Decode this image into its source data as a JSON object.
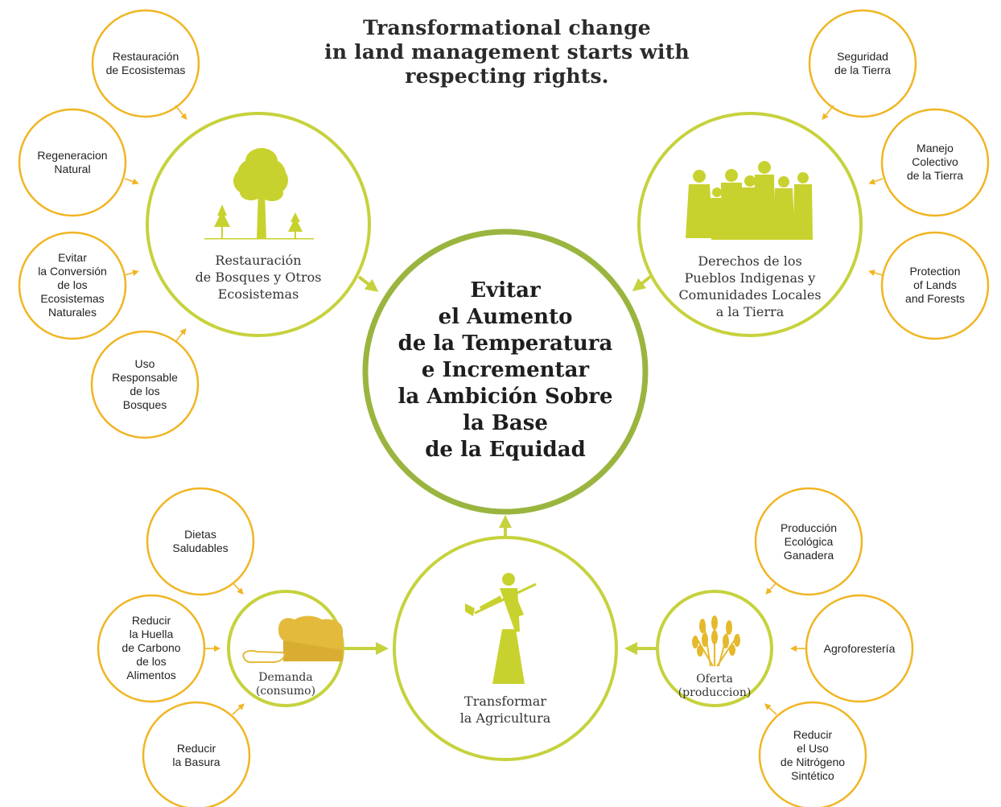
{
  "title": [
    "Transformational change",
    "in land management starts with",
    "respecting rights."
  ],
  "colors": {
    "satellite": "#f0b522",
    "hub": "#c6d23d",
    "center": "#9ab53f",
    "icon": "#c8d22e",
    "bread": "#e3ba3c",
    "wheat": "#e6b92c"
  },
  "center": {
    "lines": [
      "Evitar",
      "el Aumento",
      "de la Temperatura",
      "e Incrementar",
      "la Ambición Sobre",
      "la Base",
      "de la Equidad"
    ]
  },
  "hubs": {
    "forest": {
      "icon": "tree-icon",
      "lines": [
        "Restauración",
        "de Bosques y Otros",
        "Ecosistemas"
      ]
    },
    "rights": {
      "icon": "people-icon",
      "lines": [
        "Derechos de los",
        "Pueblos Indigenas y",
        "Comunidades Locales",
        "a la Tierra"
      ]
    },
    "agriculture": {
      "icon": "farmer-icon",
      "lines": [
        "Transformar",
        "la Agricultura"
      ]
    },
    "demand": {
      "icon": "bread-icon",
      "lines": [
        "Demanda",
        "(consumo)"
      ]
    },
    "supply": {
      "icon": "wheat-icon",
      "lines": [
        "Oferta",
        "(produccion)"
      ]
    }
  },
  "satellites": {
    "restauracion_ecosistemas": [
      "Restauración",
      "de Ecosistemas"
    ],
    "regeneracion": [
      "Regeneracion",
      "Natural"
    ],
    "evitar_conversion": [
      "Evitar",
      "la Conversión",
      "de los",
      "Ecosistemas",
      "Naturales"
    ],
    "uso_responsable": [
      "Uso",
      "Responsable",
      "de los",
      "Bosques"
    ],
    "seguridad": [
      "Seguridad",
      "de la Tierra"
    ],
    "manejo": [
      "Manejo",
      "Colectivo",
      "de la Tierra"
    ],
    "protection": [
      "Protection",
      "of Lands",
      "and Forests"
    ],
    "dietas": [
      "Dietas",
      "Saludables"
    ],
    "huella": [
      "Reducir",
      "la Huella",
      "de Carbono",
      "de los",
      "Alimentos"
    ],
    "basura": [
      "Reducir",
      "la Basura"
    ],
    "ganadera": [
      "Producción",
      "Ecológica",
      "Ganadera"
    ],
    "agroforesteria": [
      "Agroforestería"
    ],
    "nitrogeno": [
      "Reducir",
      "el Uso",
      "de Nitrógeno",
      "Sintético"
    ]
  }
}
